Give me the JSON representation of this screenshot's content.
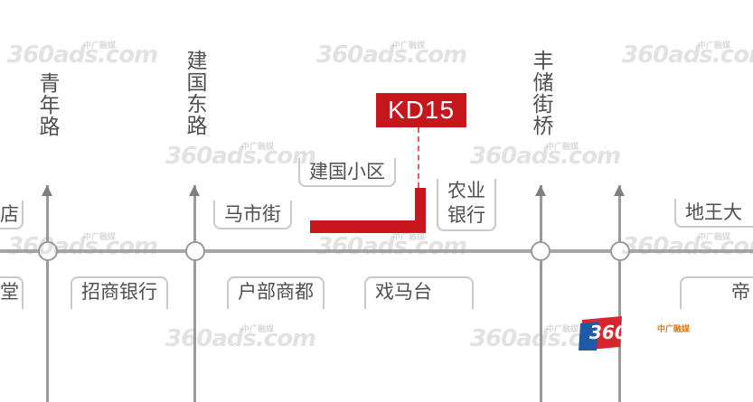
{
  "roads": {
    "vertical_labels": [
      {
        "id": "qingnian",
        "text": "青年路"
      },
      {
        "id": "jianguodong",
        "text": "建国东路"
      },
      {
        "id": "fengchu",
        "text": "丰储街桥"
      }
    ]
  },
  "places_top": [
    {
      "id": "cut-left",
      "text": "店"
    },
    {
      "id": "mashijie",
      "text": "马市街"
    },
    {
      "id": "jianguo-xiaoqu",
      "text": "建国小区"
    },
    {
      "id": "nongye-yinhang",
      "text": "农业\n银行"
    },
    {
      "id": "diwang",
      "text": "地王大"
    }
  ],
  "places_bottom": [
    {
      "id": "cut-left-b",
      "text": "堂"
    },
    {
      "id": "zhaoshang",
      "text": "招商银行"
    },
    {
      "id": "hubu",
      "text": "户部商都"
    },
    {
      "id": "ximatai",
      "text": "戏马台"
    },
    {
      "id": "cut-right-b",
      "text": "帝"
    }
  ],
  "billboard": {
    "code": "KD15",
    "color": "#c8161d"
  },
  "watermarks": {
    "main": "360ads.com",
    "sub": "中广融媒"
  },
  "brand": {
    "logo": "360°",
    "name": "中广融媒",
    "accent": "#e07a10"
  }
}
